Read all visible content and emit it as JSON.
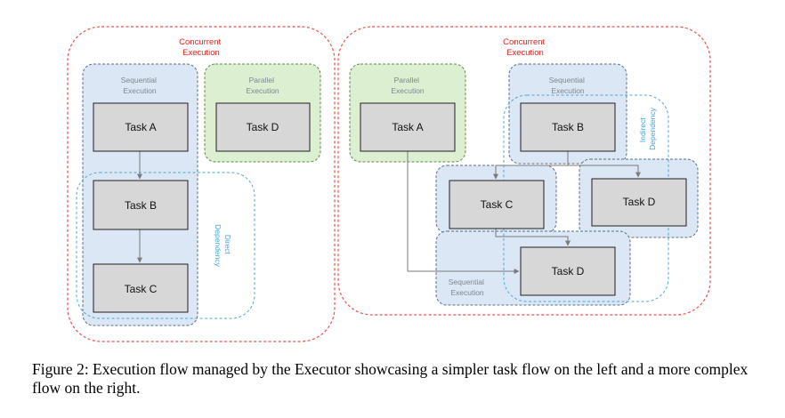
{
  "colors": {
    "concurrent_border": "#e8504b",
    "concurrent_label": "#e2261f",
    "sequential_fill": "#dbe7f4",
    "sequential_border": "#5a6f88",
    "sequential_label": "#7f8790",
    "parallel_fill": "#dcefd0",
    "parallel_border": "#5f8a52",
    "dependency_border": "#4aa9d6",
    "dependency_label": "#3ea4dc",
    "task_fill": "#d7d7d7",
    "task_border": "#1f1f1f",
    "arrow": "#7a7a7a"
  },
  "left": {
    "concurrent": {
      "line1": "Concurrent",
      "line2": "Execution"
    },
    "sequential": {
      "line1": "Sequential",
      "line2": "Execution"
    },
    "parallel": {
      "line1": "Parallel",
      "line2": "Execution"
    },
    "dependency": {
      "line1": "Direct",
      "line2": "Dependency"
    },
    "tasks": {
      "a": "Task A",
      "b": "Task B",
      "c": "Task C",
      "d": "Task D"
    }
  },
  "right": {
    "concurrent": {
      "line1": "Concurrent",
      "line2": "Execution"
    },
    "parallel": {
      "line1": "Parallel",
      "line2": "Execution"
    },
    "sequential_top": {
      "line1": "Sequential",
      "line2": "Execution"
    },
    "sequential_bottom": {
      "line1": "Sequential",
      "line2": "Execution"
    },
    "dependency": {
      "line1": "Indirect",
      "line2": "Dependency"
    },
    "tasks": {
      "a": "Task A",
      "b": "Task B",
      "c": "Task C",
      "d_right": "Task D",
      "d_bottom": "Task D"
    }
  },
  "caption": "Figure 2: Execution flow managed by the Executor showcasing a simpler task flow on the left and a more complex flow on the right."
}
